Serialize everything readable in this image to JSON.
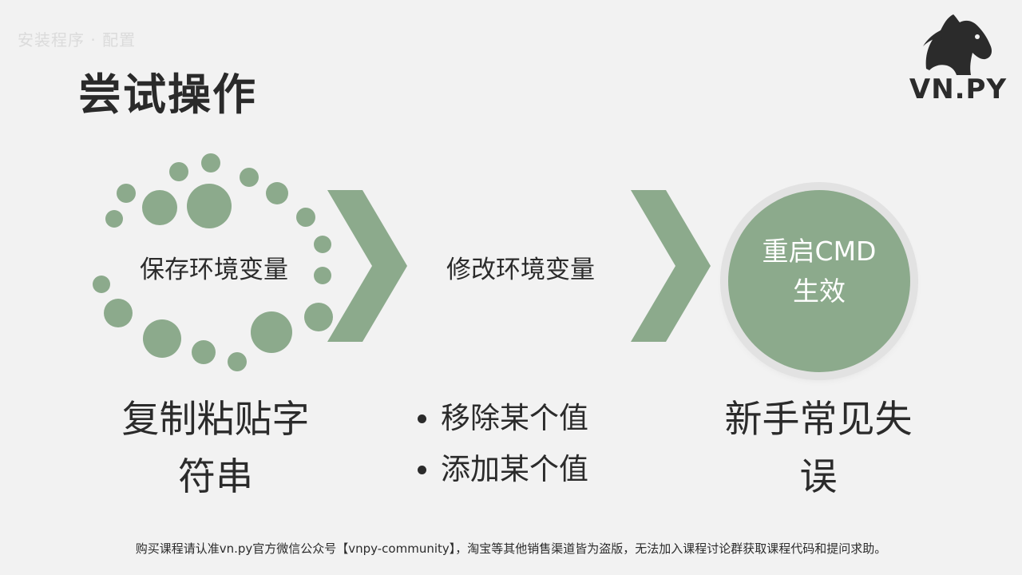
{
  "watermark": "安装程序 · 配置",
  "title": "尝试操作",
  "logo": {
    "text": "VN.PY",
    "icon": "horse-head-icon"
  },
  "steps": {
    "step1": "保存环境变量",
    "step2": "修改环境变量",
    "step3_line1": "重启CMD",
    "step3_line2": "生效"
  },
  "notes": {
    "left_line1": "复制粘贴字",
    "left_line2": "符串",
    "mid_items": [
      "移除某个值",
      "添加某个值"
    ],
    "right_line1": "新手常见失",
    "right_line2": "误"
  },
  "footer": "购买课程请认准vn.py官方微信公众号【vnpy-community】，淘宝等其他销售渠道皆为盗版，无法加入课程讨论群获取课程代码和提问求助。",
  "colors": {
    "accent": "#8caa8c",
    "background": "#f2f2f2",
    "text": "#2b2b2b"
  }
}
